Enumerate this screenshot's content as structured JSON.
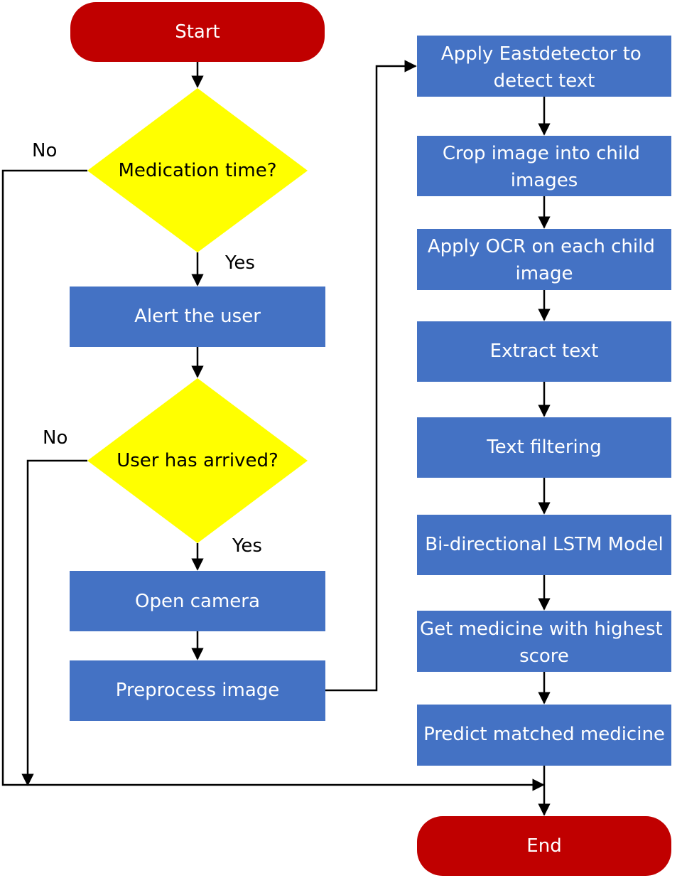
{
  "colors": {
    "terminal": "#c00000",
    "process": "#4472c4",
    "decision": "#ffff00",
    "line": "#000000",
    "text_light": "#ffffff",
    "text_dark": "#000000"
  },
  "nodes": {
    "start": "Start",
    "medication_time": "Medication time?",
    "alert_user": "Alert the user",
    "user_arrived": "User has arrived?",
    "open_camera": "Open camera",
    "preprocess": "Preprocess image",
    "east_detector": [
      "Apply Eastdetector to",
      "detect text"
    ],
    "crop_image": [
      "Crop image into child",
      "images"
    ],
    "apply_ocr": [
      "Apply OCR on each child",
      "image"
    ],
    "extract_text": "Extract text",
    "text_filtering": "Text filtering",
    "bilstm": "Bi-directional LSTM Model",
    "highest_score": [
      "Get medicine with highest",
      "score"
    ],
    "predict": "Predict matched medicine",
    "end": "End"
  },
  "edge_labels": {
    "no_1": "No",
    "yes_1": "Yes",
    "no_2": "No",
    "yes_2": "Yes"
  }
}
